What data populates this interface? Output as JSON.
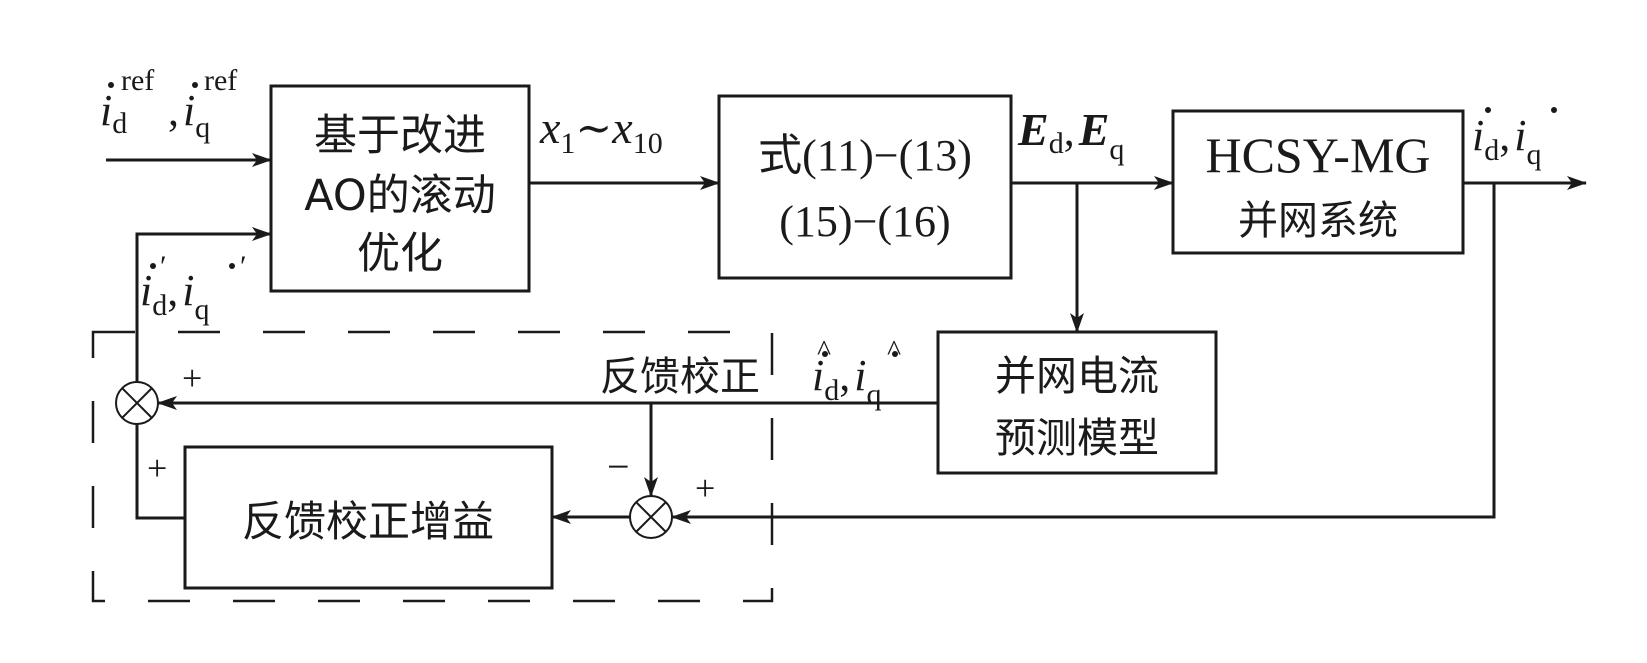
{
  "colors": {
    "stroke": "#1a1a1a",
    "background": "#ffffff"
  },
  "blocks": {
    "optimizer": {
      "lines": [
        "基于改进",
        "AO的滚动",
        "优化"
      ]
    },
    "equations": {
      "lines": [
        "式(11)−(13)",
        "(15)−(16)"
      ]
    },
    "plant": {
      "lines": [
        "HCSY-MG",
        "并网系统"
      ]
    },
    "predictor": {
      "lines": [
        "并网电流",
        "预测模型"
      ]
    },
    "gain": {
      "lines": [
        "反馈校正增益"
      ]
    }
  },
  "feedback_region": {
    "label": "反馈校正"
  },
  "signals": {
    "ref_input": {
      "base": "i",
      "sub1": "d",
      "sub2": "q",
      "sup": "ref",
      "sep": ","
    },
    "corrected": {
      "base": "i",
      "sub1": "d",
      "sub2": "q",
      "sup": "′",
      "sep": ","
    },
    "control_vars": {
      "base": "x",
      "sub_from": "1",
      "tilde": "∼",
      "sub_to": "10"
    },
    "voltages": {
      "base": "E",
      "sub1": "d",
      "sub2": "q",
      "sep": ","
    },
    "output": {
      "base": "i",
      "sub1": "d",
      "sub2": "q",
      "sep": ","
    },
    "predicted": {
      "base": "i",
      "sub1": "d",
      "sub2": "q",
      "hat": "^",
      "sep": ","
    }
  },
  "summers": {
    "sum1": {
      "top_sign": "+",
      "bottom_sign": "+"
    },
    "sum2": {
      "top_sign": "−",
      "right_sign": "+"
    }
  }
}
